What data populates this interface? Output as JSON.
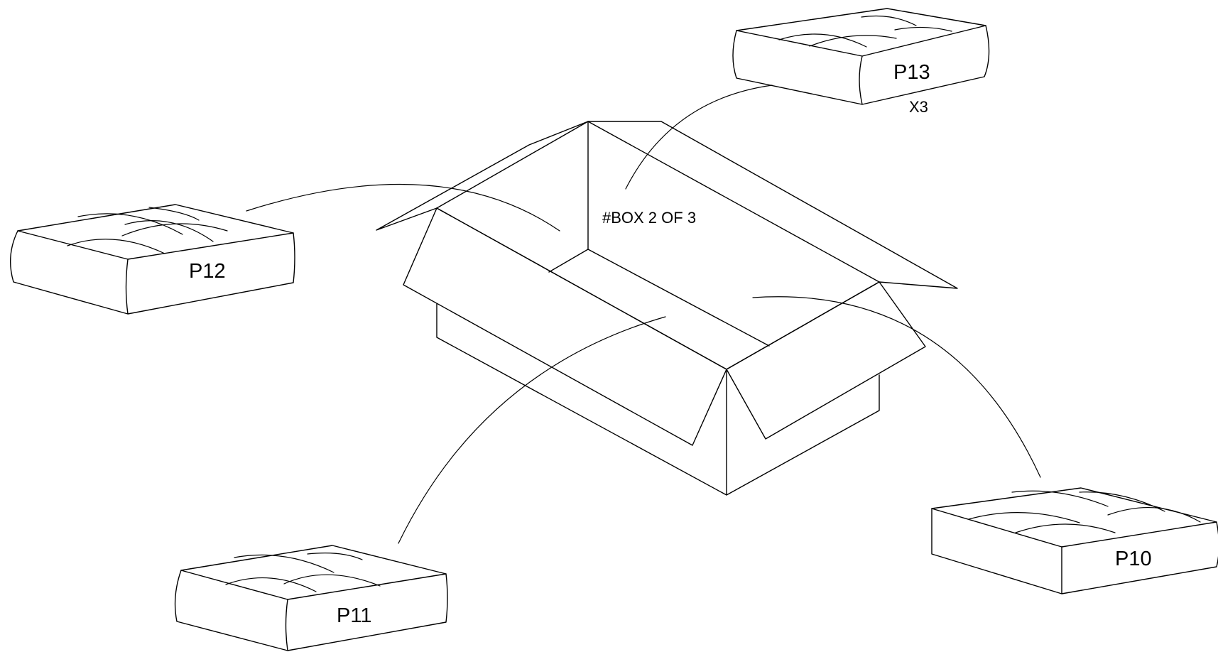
{
  "box": {
    "label": "#BOX 2 OF 3"
  },
  "items": [
    {
      "id": "p12",
      "label": "P12"
    },
    {
      "id": "p13",
      "label": "P13",
      "quantity": "X3"
    },
    {
      "id": "p11",
      "label": "P11"
    },
    {
      "id": "p10",
      "label": "P10"
    }
  ],
  "colors": {
    "stroke": "#000000",
    "background": "#ffffff"
  }
}
